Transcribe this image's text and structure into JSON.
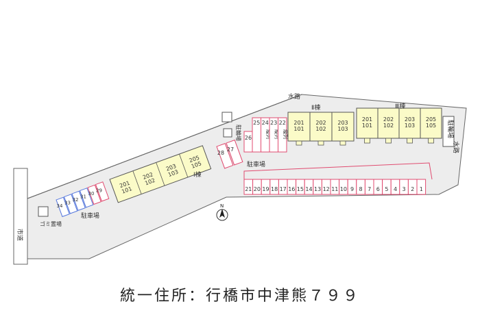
{
  "colors": {
    "ground": "#ededed",
    "building": "#fbfbc8",
    "parking_red": "#e04a6f",
    "parking_blue": "#5577dd",
    "outline": "#555555"
  },
  "labels": {
    "waterway_top": "水路",
    "waterway_right": "水路",
    "city_road": "市道",
    "parking_lot_left": "駐車場",
    "parking_lot_center": "駐車場",
    "bicycle_area": "駐輪場",
    "bicycle_area_right": "駐輪場",
    "garbage_station": "ゴミ置場",
    "north": "N"
  },
  "buildings": {
    "b1": {
      "name": "Ⅰ棟",
      "units": [
        [
          "201",
          "101"
        ],
        [
          "202",
          "102"
        ],
        [
          "203",
          "103"
        ],
        [
          "205",
          "105"
        ]
      ]
    },
    "b2": {
      "name": "Ⅱ棟",
      "units": [
        [
          "201",
          "101"
        ],
        [
          "202",
          "102"
        ],
        [
          "203",
          "103"
        ]
      ]
    },
    "b3": {
      "name": "Ⅲ棟",
      "units": [
        [
          "201",
          "101"
        ],
        [
          "202",
          "102"
        ],
        [
          "203",
          "103"
        ],
        [
          "205",
          "105"
        ]
      ]
    }
  },
  "parking": {
    "bottom_row": [
      "21",
      "20",
      "19",
      "18",
      "17",
      "16",
      "15",
      "14",
      "13",
      "12",
      "11",
      "10",
      "9",
      "8",
      "7",
      "6",
      "5",
      "4",
      "3",
      "2",
      "1"
    ],
    "upper_row": [
      "25",
      "24",
      "23",
      "22"
    ],
    "upper_row_note": "縦列",
    "slot_26": "26",
    "small_pair": [
      "28",
      "27"
    ],
    "left_red": [
      "30",
      "29"
    ],
    "left_blue": [
      "34",
      "33",
      "32",
      "31"
    ]
  },
  "footer_text": "統一住所：行橋市中津熊７９９"
}
